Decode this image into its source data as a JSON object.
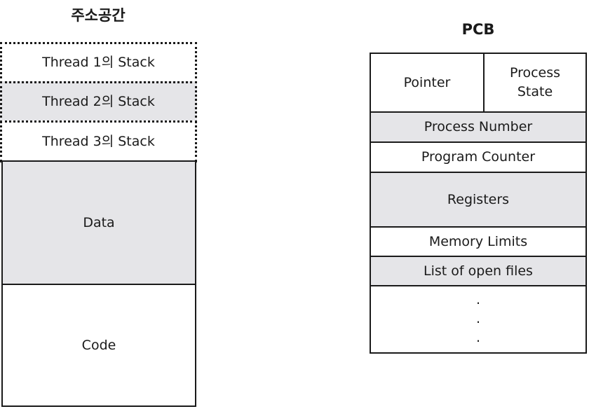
{
  "address_space": {
    "title": "주소공간",
    "thread1": "Thread 1의 Stack",
    "thread2": "Thread 2의 Stack",
    "thread3": "Thread 3의 Stack",
    "data": "Data",
    "code": "Code"
  },
  "pcb": {
    "title": "PCB",
    "pointer": "Pointer",
    "process_state_line1": "Process",
    "process_state_line2": "State",
    "process_number": "Process Number",
    "program_counter": "Program Counter",
    "registers": "Registers",
    "memory_limits": "Memory Limits",
    "open_files": "List of open files",
    "ellipsis": [
      ".",
      ".",
      "."
    ]
  }
}
